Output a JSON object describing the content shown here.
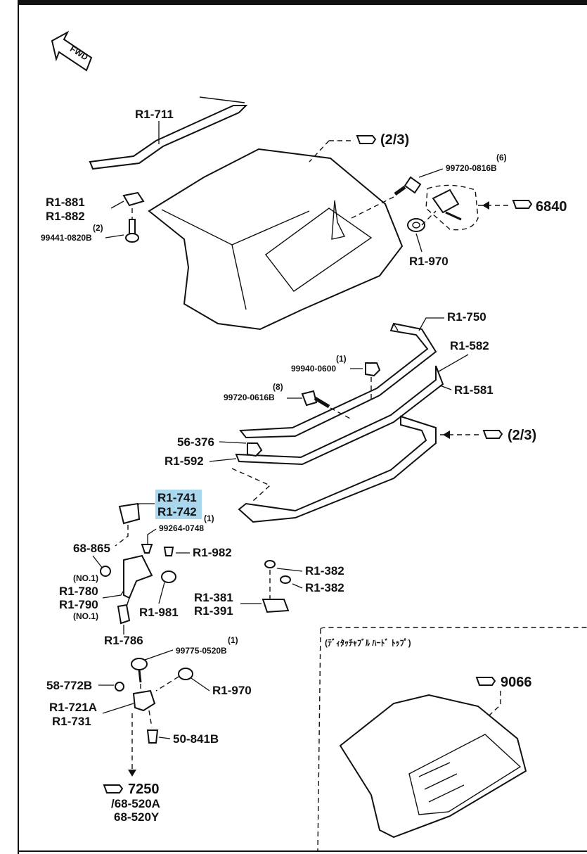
{
  "frame": {
    "fwd_label": "FWD"
  },
  "labels": {
    "r1_711": "R1-711",
    "ref_2_3_top": "(2/3)",
    "qty_6": "(6)",
    "p99720_0816b": "99720-0816B",
    "ref_6840": "6840",
    "r1_881": "R1-881",
    "r1_882": "R1-882",
    "qty_2": "(2)",
    "p99441_0820b": "99441-0820B",
    "r1_970_top": "R1-970",
    "r1_750": "R1-750",
    "r1_582": "R1-582",
    "r1_581": "R1-581",
    "qty_1_a": "(1)",
    "p99940_0600": "99940-0600",
    "qty_8": "(8)",
    "p99720_0616b": "99720-0616B",
    "ref_2_3_mid": "(2/3)",
    "p56_376": "56-376",
    "r1_592": "R1-592",
    "r1_741": "R1-741",
    "r1_742": "R1-742",
    "qty_1_b": "(1)",
    "p99264_0748": "99264-0748",
    "p68_865": "68-865",
    "r1_982": "R1-982",
    "no1_a": "(NO.1)",
    "r1_780": "R1-780",
    "r1_790": "R1-790",
    "no1_b": "(NO.1)",
    "r1_981": "R1-981",
    "r1_786": "R1-786",
    "r1_382_a": "R1-382",
    "r1_382_b": "R1-382",
    "r1_381": "R1-381",
    "r1_391": "R1-391",
    "qty_1_c": "(1)",
    "p99775_0520b": "99775-0520B",
    "p58_772b": "58-772B",
    "r1_970_bottom": "R1-970",
    "r1_721a": "R1-721A",
    "r1_731": "R1-731",
    "p50_841b": "50-841B",
    "ref_7250": "7250",
    "p68_520a": "/68-520A",
    "p68_520y": "68-520Y",
    "detachable_caption": "(ﾃﾞｨﾀｯﾁｬﾌﾞﾙ ﾊｰﾄﾞ ﾄｯﾌﾟ)",
    "ref_9066": "9066"
  },
  "highlight": {
    "color": "#a9d8ee",
    "parts": [
      "R1-741",
      "R1-742"
    ]
  },
  "icons": {
    "reference": "pointing-hand-icon",
    "direction": "fwd-arrow-icon"
  }
}
